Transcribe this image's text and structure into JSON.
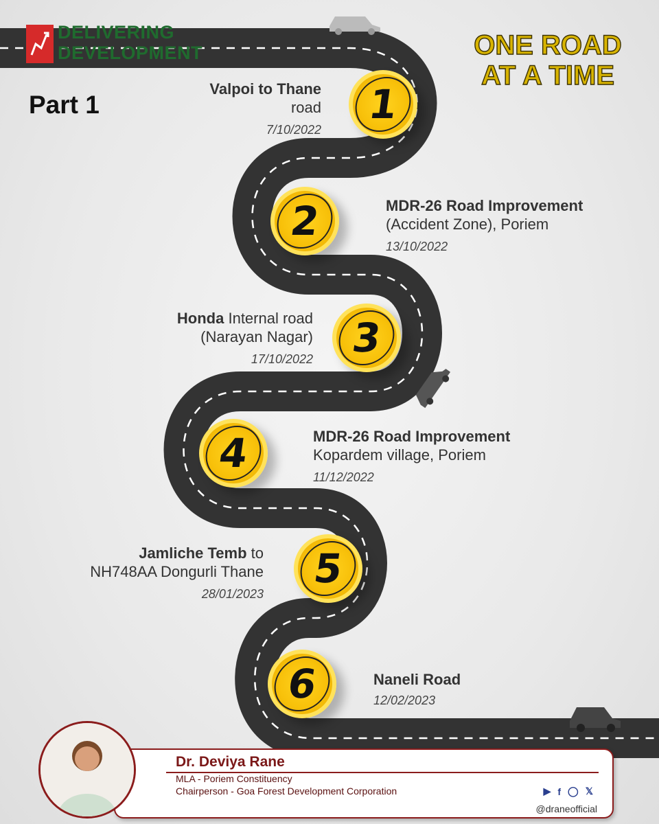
{
  "brand": {
    "line1": "DELIVERING",
    "line2": "DEVELOPMENT"
  },
  "part_label": "Part 1",
  "slogan": {
    "line1": "ONE ROAD",
    "line2": "AT A TIME"
  },
  "colors": {
    "road": "#333333",
    "badge": "#f8c10a",
    "slogan": "#d8b400",
    "brand_green": "#1f6b2e",
    "accent_red": "#8b1c1c"
  },
  "milestones": [
    {
      "number": "1",
      "title_bold": "Valpoi to Thane",
      "title_rest": "",
      "line2": "road",
      "date": "7/10/2022"
    },
    {
      "number": "2",
      "title_bold": "MDR-26 Road Improvement",
      "title_rest": "",
      "line2": "(Accident Zone), Poriem",
      "date": "13/10/2022"
    },
    {
      "number": "3",
      "title_bold": "Honda",
      "title_rest": " Internal road",
      "line2": "(Narayan Nagar)",
      "date": "17/10/2022"
    },
    {
      "number": "4",
      "title_bold": "MDR-26 Road Improvement",
      "title_rest": "",
      "line2": "Kopardem village, Poriem",
      "date": "11/12/2022"
    },
    {
      "number": "5",
      "title_bold": "Jamliche Temb",
      "title_rest": " to",
      "line2": "NH748AA Dongurli Thane",
      "date": "28/01/2023"
    },
    {
      "number": "6",
      "title_bold": "Naneli Road",
      "title_rest": "",
      "line2": "",
      "date": "12/02/2023"
    }
  ],
  "footer": {
    "name": "Dr. Deviya Rane",
    "role1": "MLA - Poriem Constituency",
    "role2": "Chairperson - Goa Forest Development Corporation",
    "social_icons": [
      "youtube-icon",
      "facebook-icon",
      "instagram-icon",
      "x-icon"
    ],
    "handle": "@draneofficial"
  }
}
